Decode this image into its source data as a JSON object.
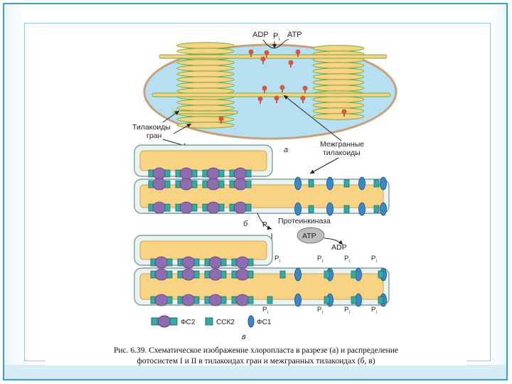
{
  "figure": {
    "labels": {
      "adp_top": "ADP",
      "pi_top": "P",
      "pi_top_sub": "i",
      "atp_top": "ATP",
      "grana_thylakoids": [
        "Тилакоиды",
        "гран"
      ],
      "stroma_thylakoids": [
        "Межгранные",
        "тилакоиды"
      ],
      "panel_a": "а",
      "panel_b": "б",
      "panel_c": "в",
      "pi_kinase": "P",
      "pi_kinase_sub": "i",
      "protein_kinase": "Протеинкиназа",
      "atp_mid": "ATP",
      "adp_mid": "ADP",
      "pi_mark": "P",
      "pi_mark_sub": "i"
    },
    "legend": {
      "ps2": "ФС2",
      "lhc2": "ССК2",
      "ps1": "ФС1"
    },
    "caption": [
      "Рис. 6.39. Схематическое изображение хлоропласта в разрезе (а) и распределение",
      "фотосистем I и II в тилакоидах гран и межгранных тилакоидах (б, в)"
    ],
    "colors": {
      "stroma": "#b7dff2",
      "envelope": "#c8a07a",
      "thylakoid_fill": "#f8d383",
      "thylakoid_edge": "#6fae3b",
      "ps2": "#8f6bb0",
      "lhc2": "#35a9a6",
      "ps1": "#3b87c8",
      "phospho": "#d25a3c",
      "membrane": "#e9f4f2",
      "membrane_edge": "#6e8c91"
    }
  }
}
